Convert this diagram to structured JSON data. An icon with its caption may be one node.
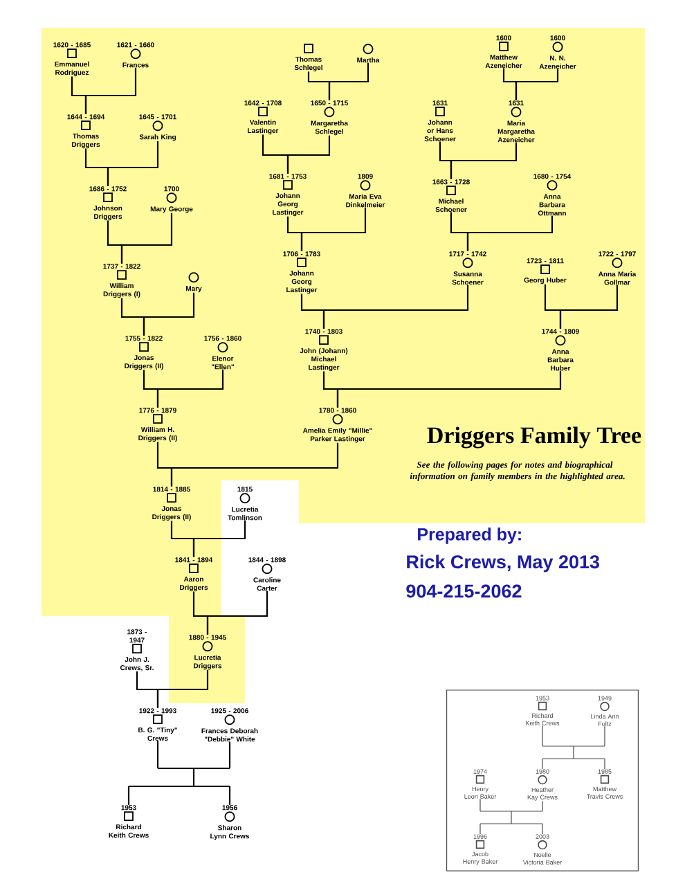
{
  "diagram": {
    "title": "Driggers Family Tree",
    "caption": "See the following pages for notes and biographical information on family members in the highlighted area.",
    "nodes": [
      {
        "text": [],
        "shape": "box",
        "beside": [
          "1620 - 1685",
          "Emmanuel Rodriguez"
        ]
      },
      {
        "text": [],
        "shape": "circle",
        "beside": [
          "1621 - 1660",
          "Frances"
        ]
      },
      {
        "text": [],
        "shape": "box",
        "beside": [
          "Thomas Schlegel"
        ]
      },
      {
        "text": [],
        "shape": "circle",
        "beside": [
          "Martha"
        ]
      },
      {
        "text": [],
        "shape": "box",
        "beside": [
          "1600",
          "Matthew Azeneicher"
        ]
      },
      {
        "text": [],
        "shape": "circle",
        "beside": [
          "1600",
          "N. N. Azeneicher"
        ]
      },
      {
        "text": [],
        "shape": "box",
        "beside": [
          "1644 - 1694",
          "Thomas Driggers"
        ]
      },
      {
        "text": [],
        "shape": "circle",
        "beside": [
          "1645 - 1701",
          "Sarah King"
        ]
      },
      {
        "text": [],
        "shape": "box",
        "beside": [
          "1642 - 1708",
          "Valentin Lastinger"
        ]
      },
      {
        "text": [],
        "shape": "circle",
        "beside": [
          "1650 - 1715",
          "Margaretha Schlegel"
        ]
      },
      {
        "text": [],
        "shape": "box",
        "beside": [
          "1631",
          "Johann or Hans Schoener"
        ]
      },
      {
        "text": [],
        "shape": "circle",
        "beside": [
          "1631",
          "Maria Margaretha Azeneicher"
        ]
      },
      {
        "text": [],
        "shape": "box",
        "beside": [
          "1686 - 1752",
          "Johnson Driggers"
        ]
      },
      {
        "text": [],
        "shape": "circle",
        "beside": [
          "1700",
          "Mary George"
        ]
      },
      {
        "text": [],
        "shape": "box",
        "beside": [
          "1681 - 1753",
          "Johann Georg Lastinger"
        ]
      },
      {
        "text": [],
        "shape": "circle",
        "beside": [
          "1809",
          "Maria Eva Dinkelmeier"
        ]
      },
      {
        "text": [],
        "shape": "box",
        "beside": [
          "1663 - 1728",
          "Michael Schoener"
        ]
      },
      {
        "text": [],
        "shape": "circle",
        "beside": [
          "1680 - 1754",
          "Anna Barbara Ottmann"
        ]
      },
      {
        "text": [],
        "shape": "box",
        "beside": [
          "1737 - 1822",
          "William Driggers (I)"
        ]
      },
      {
        "text": [],
        "shape": "circle",
        "beside": [
          "Mary"
        ]
      },
      {
        "text": [],
        "shape": "box",
        "beside": [
          "1706 - 1783",
          "Johann Georg Lastinger"
        ]
      },
      {
        "text": [],
        "shape": "circle",
        "beside": [
          "1717 - 1742",
          "Susanna Schoener"
        ]
      },
      {
        "text": [],
        "shape": "box",
        "beside": [
          "1723 - 1811",
          "Georg Huber"
        ]
      },
      {
        "text": [],
        "shape": "circle",
        "beside": [
          "1722 - 1797",
          "Anna Maria Gollmar"
        ]
      },
      {
        "text": [],
        "shape": "box",
        "beside": [
          "1755 - 1822",
          "Jonas Driggers (II)"
        ]
      },
      {
        "text": [],
        "shape": "circle",
        "beside": [
          "1756 - 1860",
          "Elenor \"Ellen\""
        ]
      },
      {
        "text": [],
        "shape": "box",
        "beside": [
          "1740 - 1803",
          "John (Johann) Michael Lastinger"
        ]
      },
      {
        "text": [],
        "shape": "circle",
        "beside": [
          "1744 - 1809",
          "Anna Barbara Huber"
        ]
      },
      {
        "text": [],
        "shape": "box",
        "beside": [
          "1776 - 1879",
          "William H. Driggers (II)"
        ]
      },
      {
        "text": [],
        "shape": "circle",
        "beside": [
          "1780 - 1860",
          "Amelia Emily \"Millie\" Parker Lastinger"
        ]
      },
      {
        "text": [],
        "shape": "box",
        "beside": [
          "1814 - 1885",
          "Jonas Driggers (II)"
        ]
      },
      {
        "text": [],
        "shape": "circle",
        "beside": [
          "1815",
          "Lucretia Tomlinson"
        ]
      },
      {
        "text": [],
        "shape": "box",
        "beside": [
          "1841 - 1894",
          "Aaron Driggers"
        ]
      },
      {
        "text": [],
        "shape": "circle",
        "beside": [
          "1844 - 1898",
          "Caroline Carter"
        ]
      },
      {
        "text": [],
        "shape": "box",
        "beside": [
          "1873 - 1947",
          "John J. Crews, Sr."
        ]
      },
      {
        "text": [],
        "shape": "circle",
        "beside": [
          "1880 - 1945",
          "Lucretia Driggers"
        ]
      },
      {
        "text": [],
        "shape": "box",
        "beside": [
          "1922 - 1993",
          "B. G. \"Tiny\" Crews"
        ]
      },
      {
        "text": [],
        "shape": "circle",
        "beside": [
          "1925 - 2006",
          "Frances Deborah \"Debbie\" White"
        ]
      },
      {
        "text": [],
        "shape": "box",
        "beside": [
          "1953",
          "Richard Keith Crews"
        ]
      },
      {
        "text": [],
        "shape": "circle",
        "beside": [
          "1956",
          "Sharon Lynn Crews"
        ]
      },
      {
        "text": [],
        "shape": "box"
      },
      {
        "text": [],
        "shape": "box",
        "in": 40,
        "beside": [
          "1953",
          "Richard Keith Crews"
        ]
      },
      {
        "text": [],
        "shape": "circle",
        "in": 40,
        "beside": [
          "1949",
          "Linda Ann Foltz"
        ]
      },
      {
        "text": [],
        "shape": "box",
        "in": 40,
        "beside": [
          "1974",
          "Henry Leon Baker"
        ]
      },
      {
        "text": [],
        "shape": "circle",
        "in": 40,
        "beside": [
          "1980",
          "Heather Kay Crews"
        ]
      },
      {
        "text": [],
        "shape": "box",
        "in": 40,
        "beside": [
          "1985",
          "Matthew Travis Crews"
        ]
      },
      {
        "text": [],
        "shape": "box",
        "in": 40,
        "beside": [
          "1996",
          "Jacob Henry Baker"
        ]
      },
      {
        "text": [],
        "shape": "circle",
        "in": 40,
        "beside": [
          "2003",
          "Noelle Victoria Baker"
        ]
      }
    ],
    "edges": [
      {
        "from": 0,
        "to": 6,
        "arrow": "none"
      },
      {
        "from": 1,
        "to": 6,
        "arrow": "none"
      },
      {
        "from": 2,
        "to": 9,
        "arrow": "none"
      },
      {
        "from": 3,
        "to": 9,
        "arrow": "none"
      },
      {
        "from": 4,
        "to": 11,
        "arrow": "none"
      },
      {
        "from": 5,
        "to": 11,
        "arrow": "none"
      },
      {
        "from": 6,
        "to": 12,
        "arrow": "none"
      },
      {
        "from": 7,
        "to": 12,
        "arrow": "none"
      },
      {
        "from": 8,
        "to": 14,
        "arrow": "none"
      },
      {
        "from": 9,
        "to": 14,
        "arrow": "none"
      },
      {
        "from": 10,
        "to": 16,
        "arrow": "none"
      },
      {
        "from": 11,
        "to": 16,
        "arrow": "none"
      },
      {
        "from": 12,
        "to": 18,
        "arrow": "none"
      },
      {
        "from": 13,
        "to": 18,
        "arrow": "none"
      },
      {
        "from": 14,
        "to": 20,
        "arrow": "none"
      },
      {
        "from": 15,
        "to": 20,
        "arrow": "none"
      },
      {
        "from": 16,
        "to": 21,
        "arrow": "none"
      },
      {
        "from": 17,
        "to": 21,
        "arrow": "none"
      },
      {
        "from": 18,
        "to": 24,
        "arrow": "none"
      },
      {
        "from": 19,
        "to": 24,
        "arrow": "none"
      },
      {
        "from": 20,
        "to": 26,
        "arrow": "none"
      },
      {
        "from": 21,
        "to": 26,
        "arrow": "none"
      },
      {
        "from": 22,
        "to": 27,
        "arrow": "none"
      },
      {
        "from": 23,
        "to": 27,
        "arrow": "none"
      },
      {
        "from": 24,
        "to": 28,
        "arrow": "none"
      },
      {
        "from": 25,
        "to": 28,
        "arrow": "none"
      },
      {
        "from": 26,
        "to": 29,
        "arrow": "none"
      },
      {
        "from": 27,
        "to": 29,
        "arrow": "none"
      },
      {
        "from": 28,
        "to": 30,
        "arrow": "none"
      },
      {
        "from": 29,
        "to": 30,
        "arrow": "none"
      },
      {
        "from": 30,
        "to": 32,
        "arrow": "none"
      },
      {
        "from": 31,
        "to": 32,
        "arrow": "none"
      },
      {
        "from": 32,
        "to": 35,
        "arrow": "none"
      },
      {
        "from": 33,
        "to": 35,
        "arrow": "none"
      },
      {
        "from": 34,
        "to": 36,
        "arrow": "none"
      },
      {
        "from": 35,
        "to": 36,
        "arrow": "none"
      },
      {
        "from": 36,
        "to": 38,
        "arrow": "none"
      },
      {
        "from": 37,
        "to": 38,
        "arrow": "none"
      },
      {
        "from": 36,
        "to": 39,
        "arrow": "none"
      },
      {
        "from": 37,
        "to": 39,
        "arrow": "none"
      },
      {
        "from": 41,
        "to": 44,
        "arrow": "none"
      },
      {
        "from": 42,
        "to": 44,
        "arrow": "none"
      },
      {
        "from": 41,
        "to": 45,
        "arrow": "none"
      },
      {
        "from": 42,
        "to": 45,
        "arrow": "none"
      },
      {
        "from": 43,
        "to": 46,
        "arrow": "none"
      },
      {
        "from": 44,
        "to": 46,
        "arrow": "none"
      },
      {
        "from": 43,
        "to": 47,
        "arrow": "none"
      },
      {
        "from": 44,
        "to": 47,
        "arrow": "none"
      }
    ],
    "labels": [
      "Prepared by:",
      "Rick Crews, May 2013",
      "904-215-2062"
    ]
  }
}
